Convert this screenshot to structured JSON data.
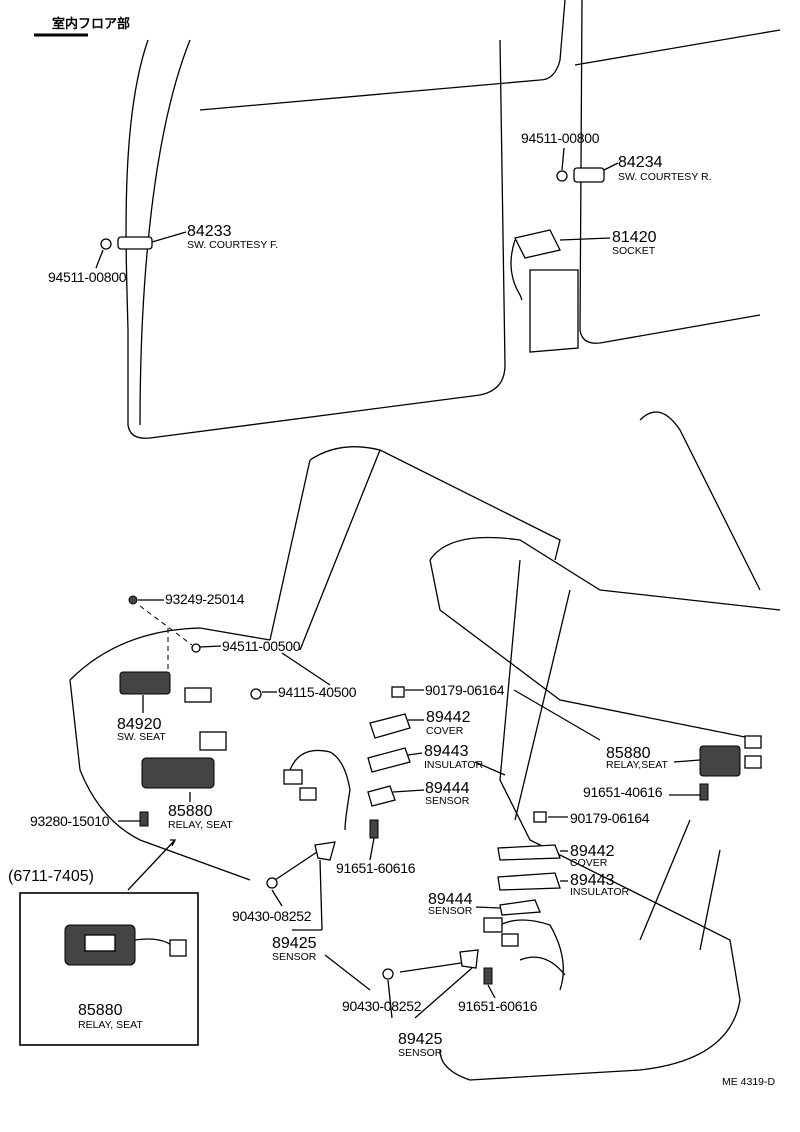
{
  "section_title": "室内フロア部",
  "diagram_code": "ME 4319-D",
  "variant_label": "(6711-7405)",
  "parts": {
    "p94511_00800_r": {
      "no": "94511-00800"
    },
    "p84234": {
      "no": "84234",
      "name": "SW. COURTESY R."
    },
    "p84233": {
      "no": "84233",
      "name": "SW. COURTESY F."
    },
    "p94511_00800_f": {
      "no": "94511-00800"
    },
    "p81420": {
      "no": "81420",
      "name": "SOCKET"
    },
    "p93249": {
      "no": "93249-25014"
    },
    "p94511_00500": {
      "no": "94511-00500"
    },
    "p94115": {
      "no": "94115-40500"
    },
    "p84920": {
      "no": "84920",
      "name": "SW. SEAT"
    },
    "p90179_a": {
      "no": "90179-06164"
    },
    "p89442_a": {
      "no": "89442",
      "name": "COVER"
    },
    "p89443_a": {
      "no": "89443",
      "name": "INSULATOR"
    },
    "p89444_a": {
      "no": "89444",
      "name": "SENSOR"
    },
    "p85880_r": {
      "no": "85880",
      "name": "RELAY,SEAT"
    },
    "p91651_40616": {
      "no": "91651-40616"
    },
    "p90179_b": {
      "no": "90179-06164"
    },
    "p85880_c": {
      "no": "85880",
      "name": "RELAY, SEAT"
    },
    "p93280": {
      "no": "93280-15010"
    },
    "p91651_60616_a": {
      "no": "91651-60616"
    },
    "p89442_b": {
      "no": "89442",
      "name": "COVER"
    },
    "p89443_b": {
      "no": "89443",
      "name": "INSULATOR"
    },
    "p89444_b": {
      "no": "89444",
      "name": "SENSOR"
    },
    "p90430_a": {
      "no": "90430-08252"
    },
    "p89425_a": {
      "no": "89425",
      "name": "SENSOR"
    },
    "p85880_v": {
      "no": "85880",
      "name": "RELAY, SEAT"
    },
    "p90430_b": {
      "no": "90430-08252"
    },
    "p91651_60616_b": {
      "no": "91651-60616"
    },
    "p89425_b": {
      "no": "89425",
      "name": "SENSOR"
    }
  }
}
